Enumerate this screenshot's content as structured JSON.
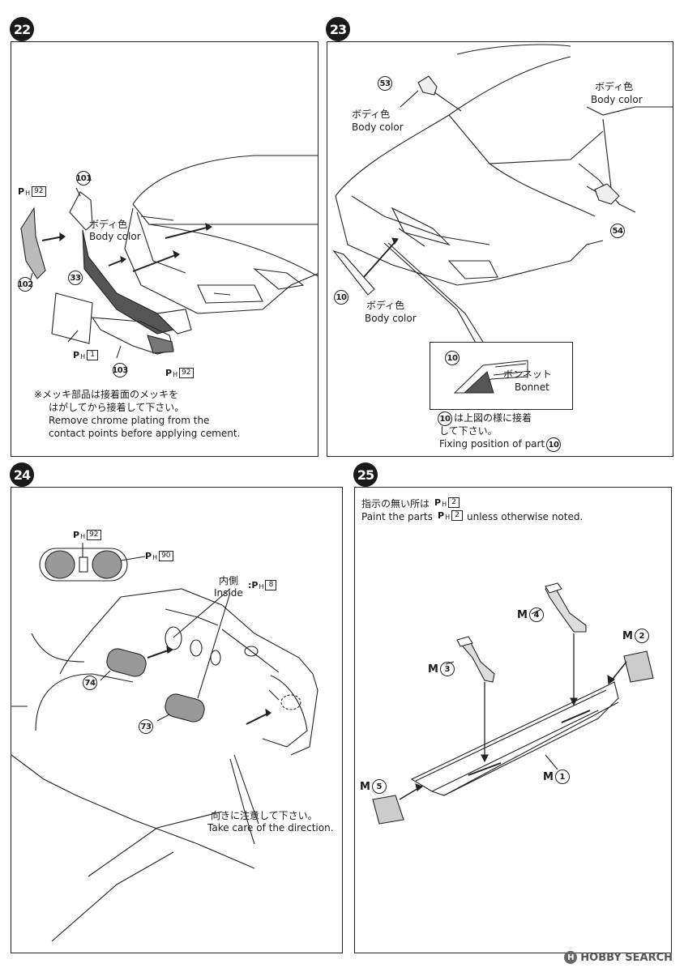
{
  "steps": [
    {
      "number": "22"
    },
    {
      "number": "23"
    },
    {
      "number": "24"
    },
    {
      "number": "25"
    }
  ],
  "step22": {
    "parts": [
      "101",
      "102",
      "33",
      "103"
    ],
    "body_color_jp": "ボディ色",
    "body_color_en": "Body color",
    "paint_a": {
      "prefix": "P",
      "sub": "H",
      "code": "92"
    },
    "paint_b": {
      "prefix": "P",
      "sub": "H",
      "code": "1"
    },
    "paint_c": {
      "prefix": "P",
      "sub": "H",
      "code": "92"
    },
    "note_jp_1": "※メッキ部品は接着面のメッキを",
    "note_jp_2": "はがしてから接着して下さい。",
    "note_en_1": "Remove chrome plating from the",
    "note_en_2": "contact points before applying cement."
  },
  "step23": {
    "parts": [
      "53",
      "54",
      "10"
    ],
    "body_color_jp": "ボディ色",
    "body_color_en": "Body color",
    "detail_part": "10",
    "detail_jp": "ボンネット",
    "detail_en": "Bonnet",
    "note_jp_1": "は上図の様に接着",
    "note_jp_2": "して下さい。",
    "note_en": "Fixing position of part",
    "note_part": "10"
  },
  "step24": {
    "parts": [
      "74",
      "73"
    ],
    "paint_a": {
      "prefix": "P",
      "sub": "H",
      "code": "92"
    },
    "paint_b": {
      "prefix": "P",
      "sub": "H",
      "code": "90"
    },
    "paint_c": {
      "prefix": "P",
      "sub": "H",
      "code": "8"
    },
    "inside_jp": "内側",
    "inside_en": "Inside",
    "note_jp": "向きに注意して下さい。",
    "note_en": "Take care of the direction."
  },
  "step25": {
    "note_jp": "指示の無い所は",
    "note_en_pre": "Paint the parts",
    "note_en_post": "unless otherwise noted.",
    "paint": {
      "prefix": "P",
      "sub": "H",
      "code": "2"
    },
    "parts": [
      {
        "letter": "M",
        "num": "4"
      },
      {
        "letter": "M",
        "num": "2"
      },
      {
        "letter": "M",
        "num": "3"
      },
      {
        "letter": "M",
        "num": "1"
      },
      {
        "letter": "M",
        "num": "5"
      }
    ]
  },
  "watermark": {
    "text": "HOBBY SEARCH",
    "logo": "H"
  }
}
